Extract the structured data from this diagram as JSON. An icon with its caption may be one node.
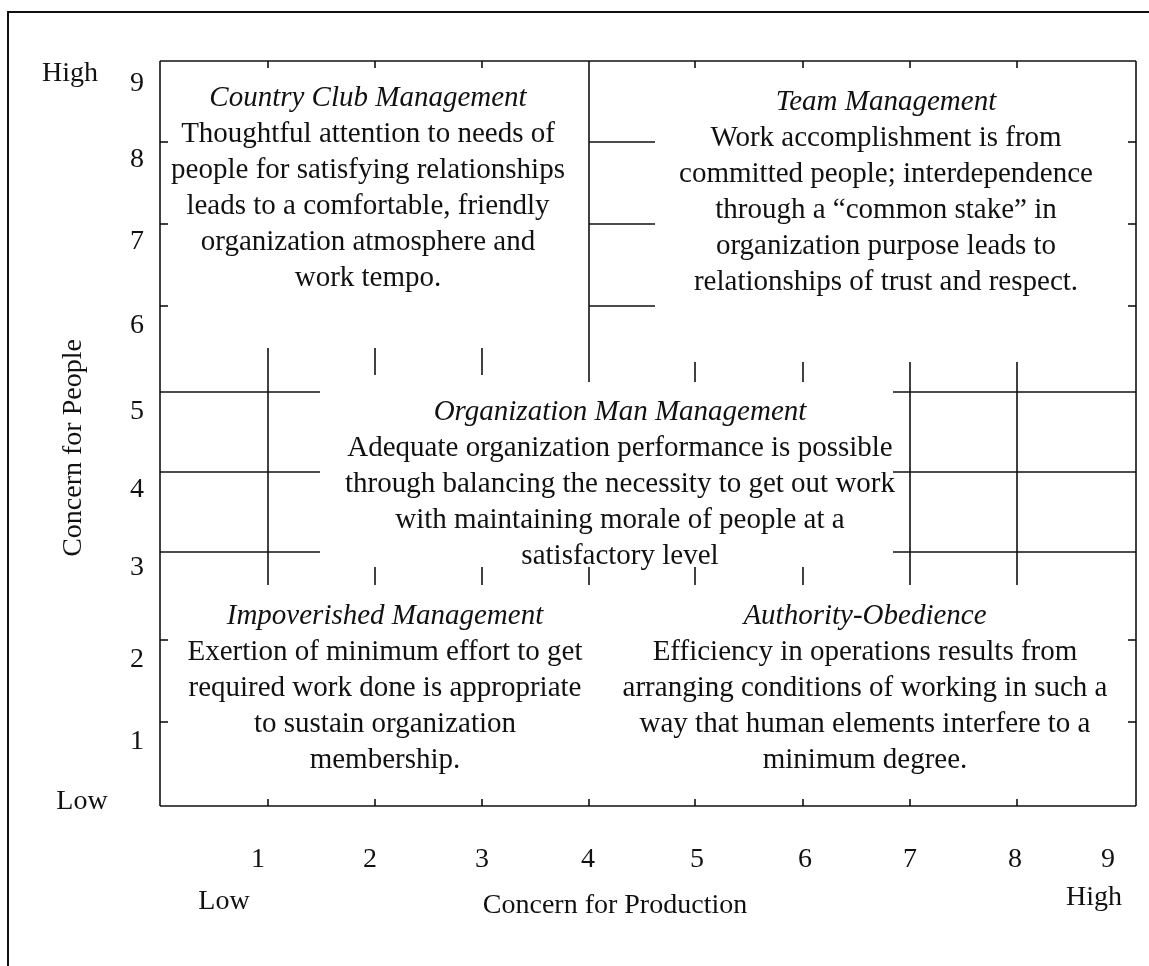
{
  "diagram": {
    "nodes": [
      {
        "text": [
          "Country Club Management",
          "Thoughtful attention to needs of people for satisfying relationships leads to a comfortable, friendly organization atmosphere and work tempo."
        ]
      },
      {
        "text": [
          "Team Management",
          "Work accomplishment is from committed people; interdependence through a “common stake” in organization purpose leads to relationships of trust and respect."
        ]
      },
      {
        "text": [
          "Organization Man Management",
          "Adequate organization performance is possible through balancing the necessity to get out work with maintaining morale of people at a satisfactory level"
        ]
      },
      {
        "text": [
          "Impoverished Management",
          "Exertion of minimum effort to get required work done is appropriate to sustain organization membership."
        ]
      },
      {
        "text": [
          "Authority-Obedience",
          "Efficiency in operations results from arranging conditions of working in such a way that human elements interfere to a minimum degree."
        ]
      }
    ],
    "labels": [
      "High",
      "9",
      "8",
      "7",
      "6",
      "Concern for People",
      "5",
      "4",
      "3",
      "2",
      "1",
      "Low",
      "1",
      "2",
      "3",
      "4",
      "5",
      "6",
      "7",
      "8",
      "9",
      "Low",
      "Concern for Production",
      "High"
    ]
  }
}
